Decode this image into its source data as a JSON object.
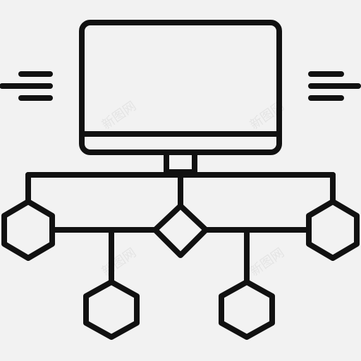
{
  "diagram": {
    "style": "line-icon",
    "stroke_color": "#111111",
    "background": "#f2f2f2",
    "nodes": [
      {
        "id": "monitor",
        "shape": "monitor"
      },
      {
        "id": "hub",
        "shape": "diamond"
      },
      {
        "id": "left",
        "shape": "hexagon"
      },
      {
        "id": "right",
        "shape": "hexagon"
      },
      {
        "id": "bottom-left",
        "shape": "hexagon"
      },
      {
        "id": "bottom-right",
        "shape": "hexagon"
      }
    ]
  },
  "watermark": {
    "text": "新图网",
    "color": "#d9d9d9"
  }
}
